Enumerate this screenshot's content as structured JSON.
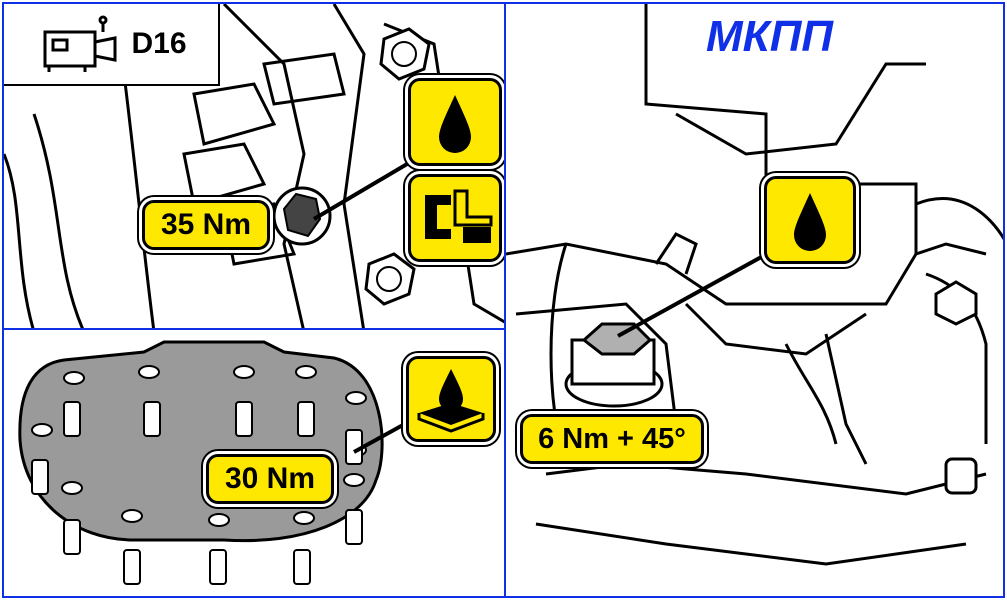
{
  "engine_badge": {
    "label": "D16",
    "icon": "gearbox-icon"
  },
  "transmission_label": "МКПП",
  "torque_labels": {
    "drain_plug": "35 Nm",
    "cover_bolts": "30 Nm",
    "filler_plug": "6 Nm + 45°"
  },
  "symbols": {
    "oil_drop": "oil-drop-icon",
    "sealant_washer": "seal-icon",
    "oil_on_gasket": "gasket-oil-icon"
  },
  "colors": {
    "frame": "#1030e8",
    "label_fill": "#ffe800",
    "title": "#1030e8"
  }
}
